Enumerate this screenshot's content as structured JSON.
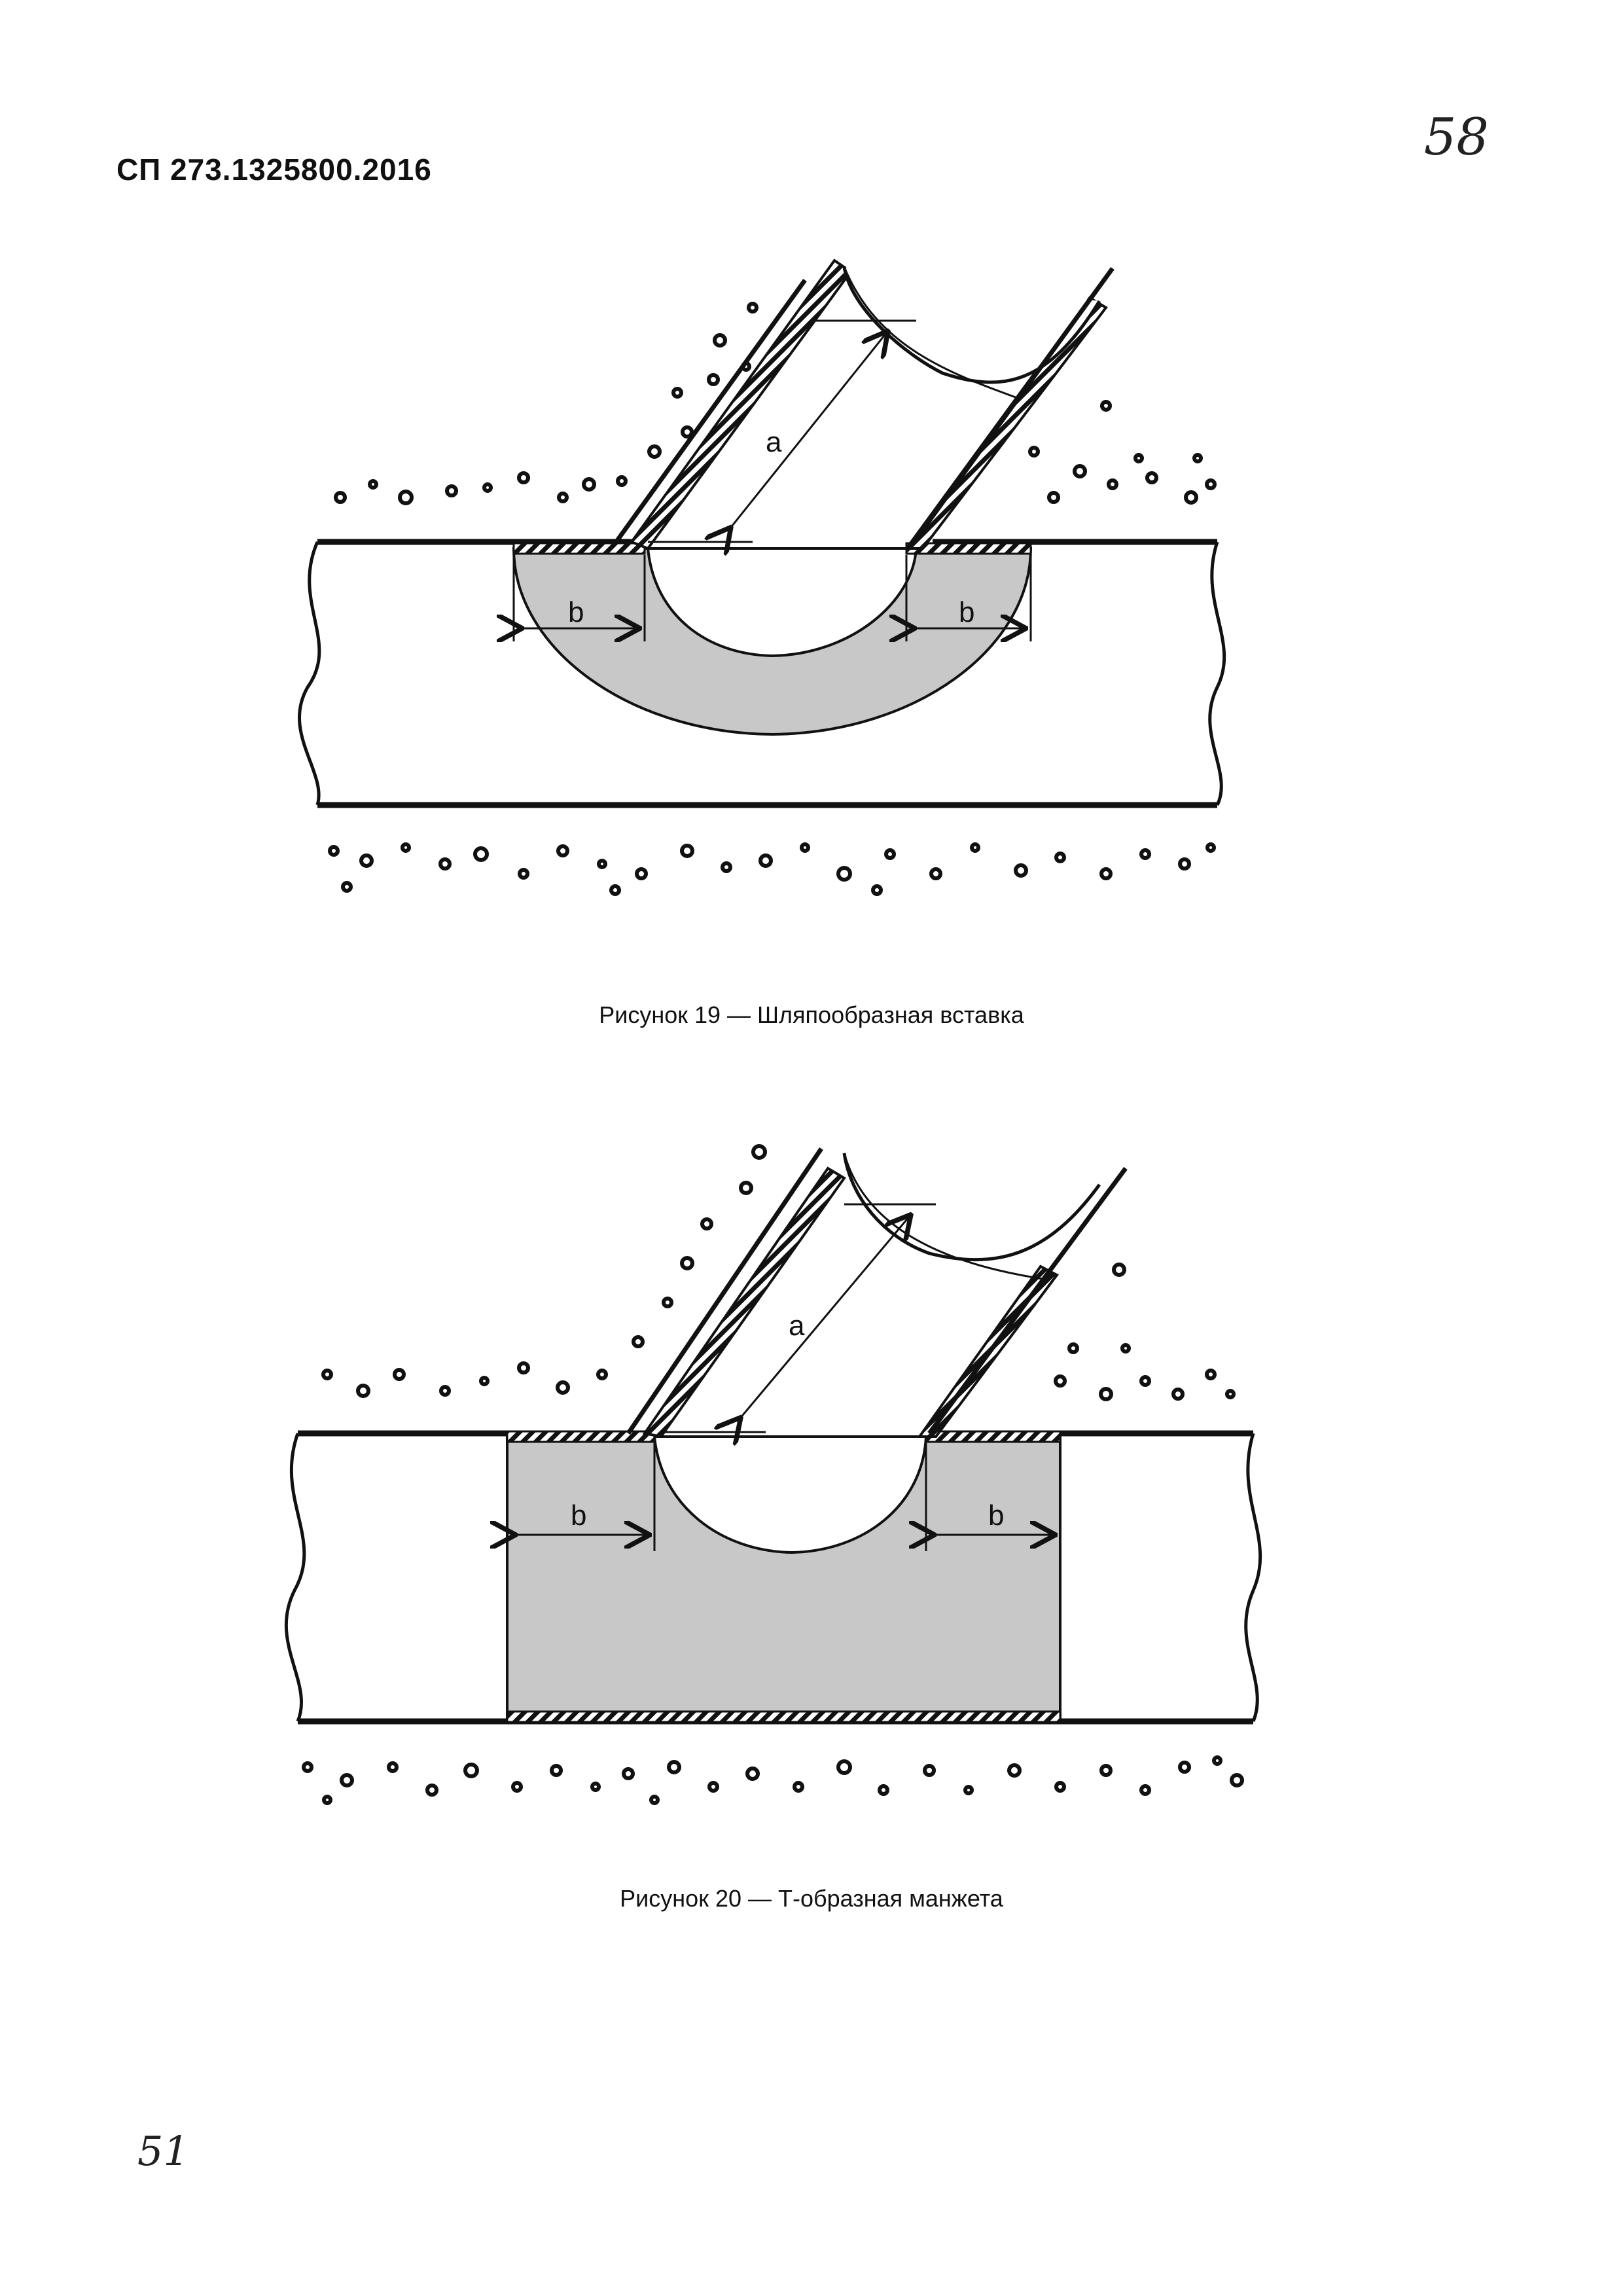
{
  "header": {
    "doc_code": "СП 273.1325800.2016",
    "handwritten_page": "58"
  },
  "figures": [
    {
      "caption": "Рисунок 19 — Шляпообразная вставка",
      "labels": {
        "a": "a",
        "b_left": "b",
        "b_right": "b"
      }
    },
    {
      "caption": "Рисунок 20 — Т-образная манжета",
      "labels": {
        "a": "a",
        "b_left": "b",
        "b_right": "b"
      }
    }
  ],
  "footer": {
    "handwritten_page": "51"
  },
  "colors": {
    "liner_fill": "#c8c8c8",
    "line": "#111111",
    "hatch": "#111111"
  }
}
